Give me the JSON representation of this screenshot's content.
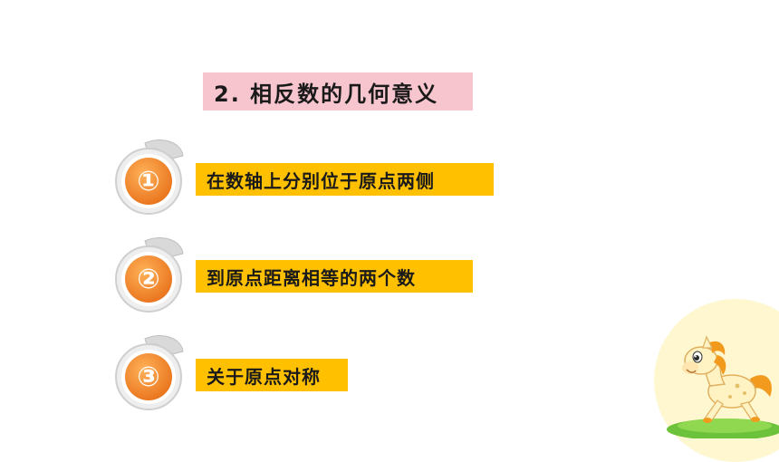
{
  "title": "2. 相反数的几何意义",
  "items": [
    {
      "number": "①",
      "text": "在数轴上分别位于原点两侧"
    },
    {
      "number": "②",
      "text": "到原点距离相等的两个数"
    },
    {
      "number": "③",
      "text": "关于原点对称"
    }
  ],
  "colors": {
    "title_bg": "#f7c5cd",
    "label_bg": "#ffc000",
    "badge_orange": "#f28a26"
  },
  "decoration": {
    "icon": "cartoon-horse-icon"
  }
}
